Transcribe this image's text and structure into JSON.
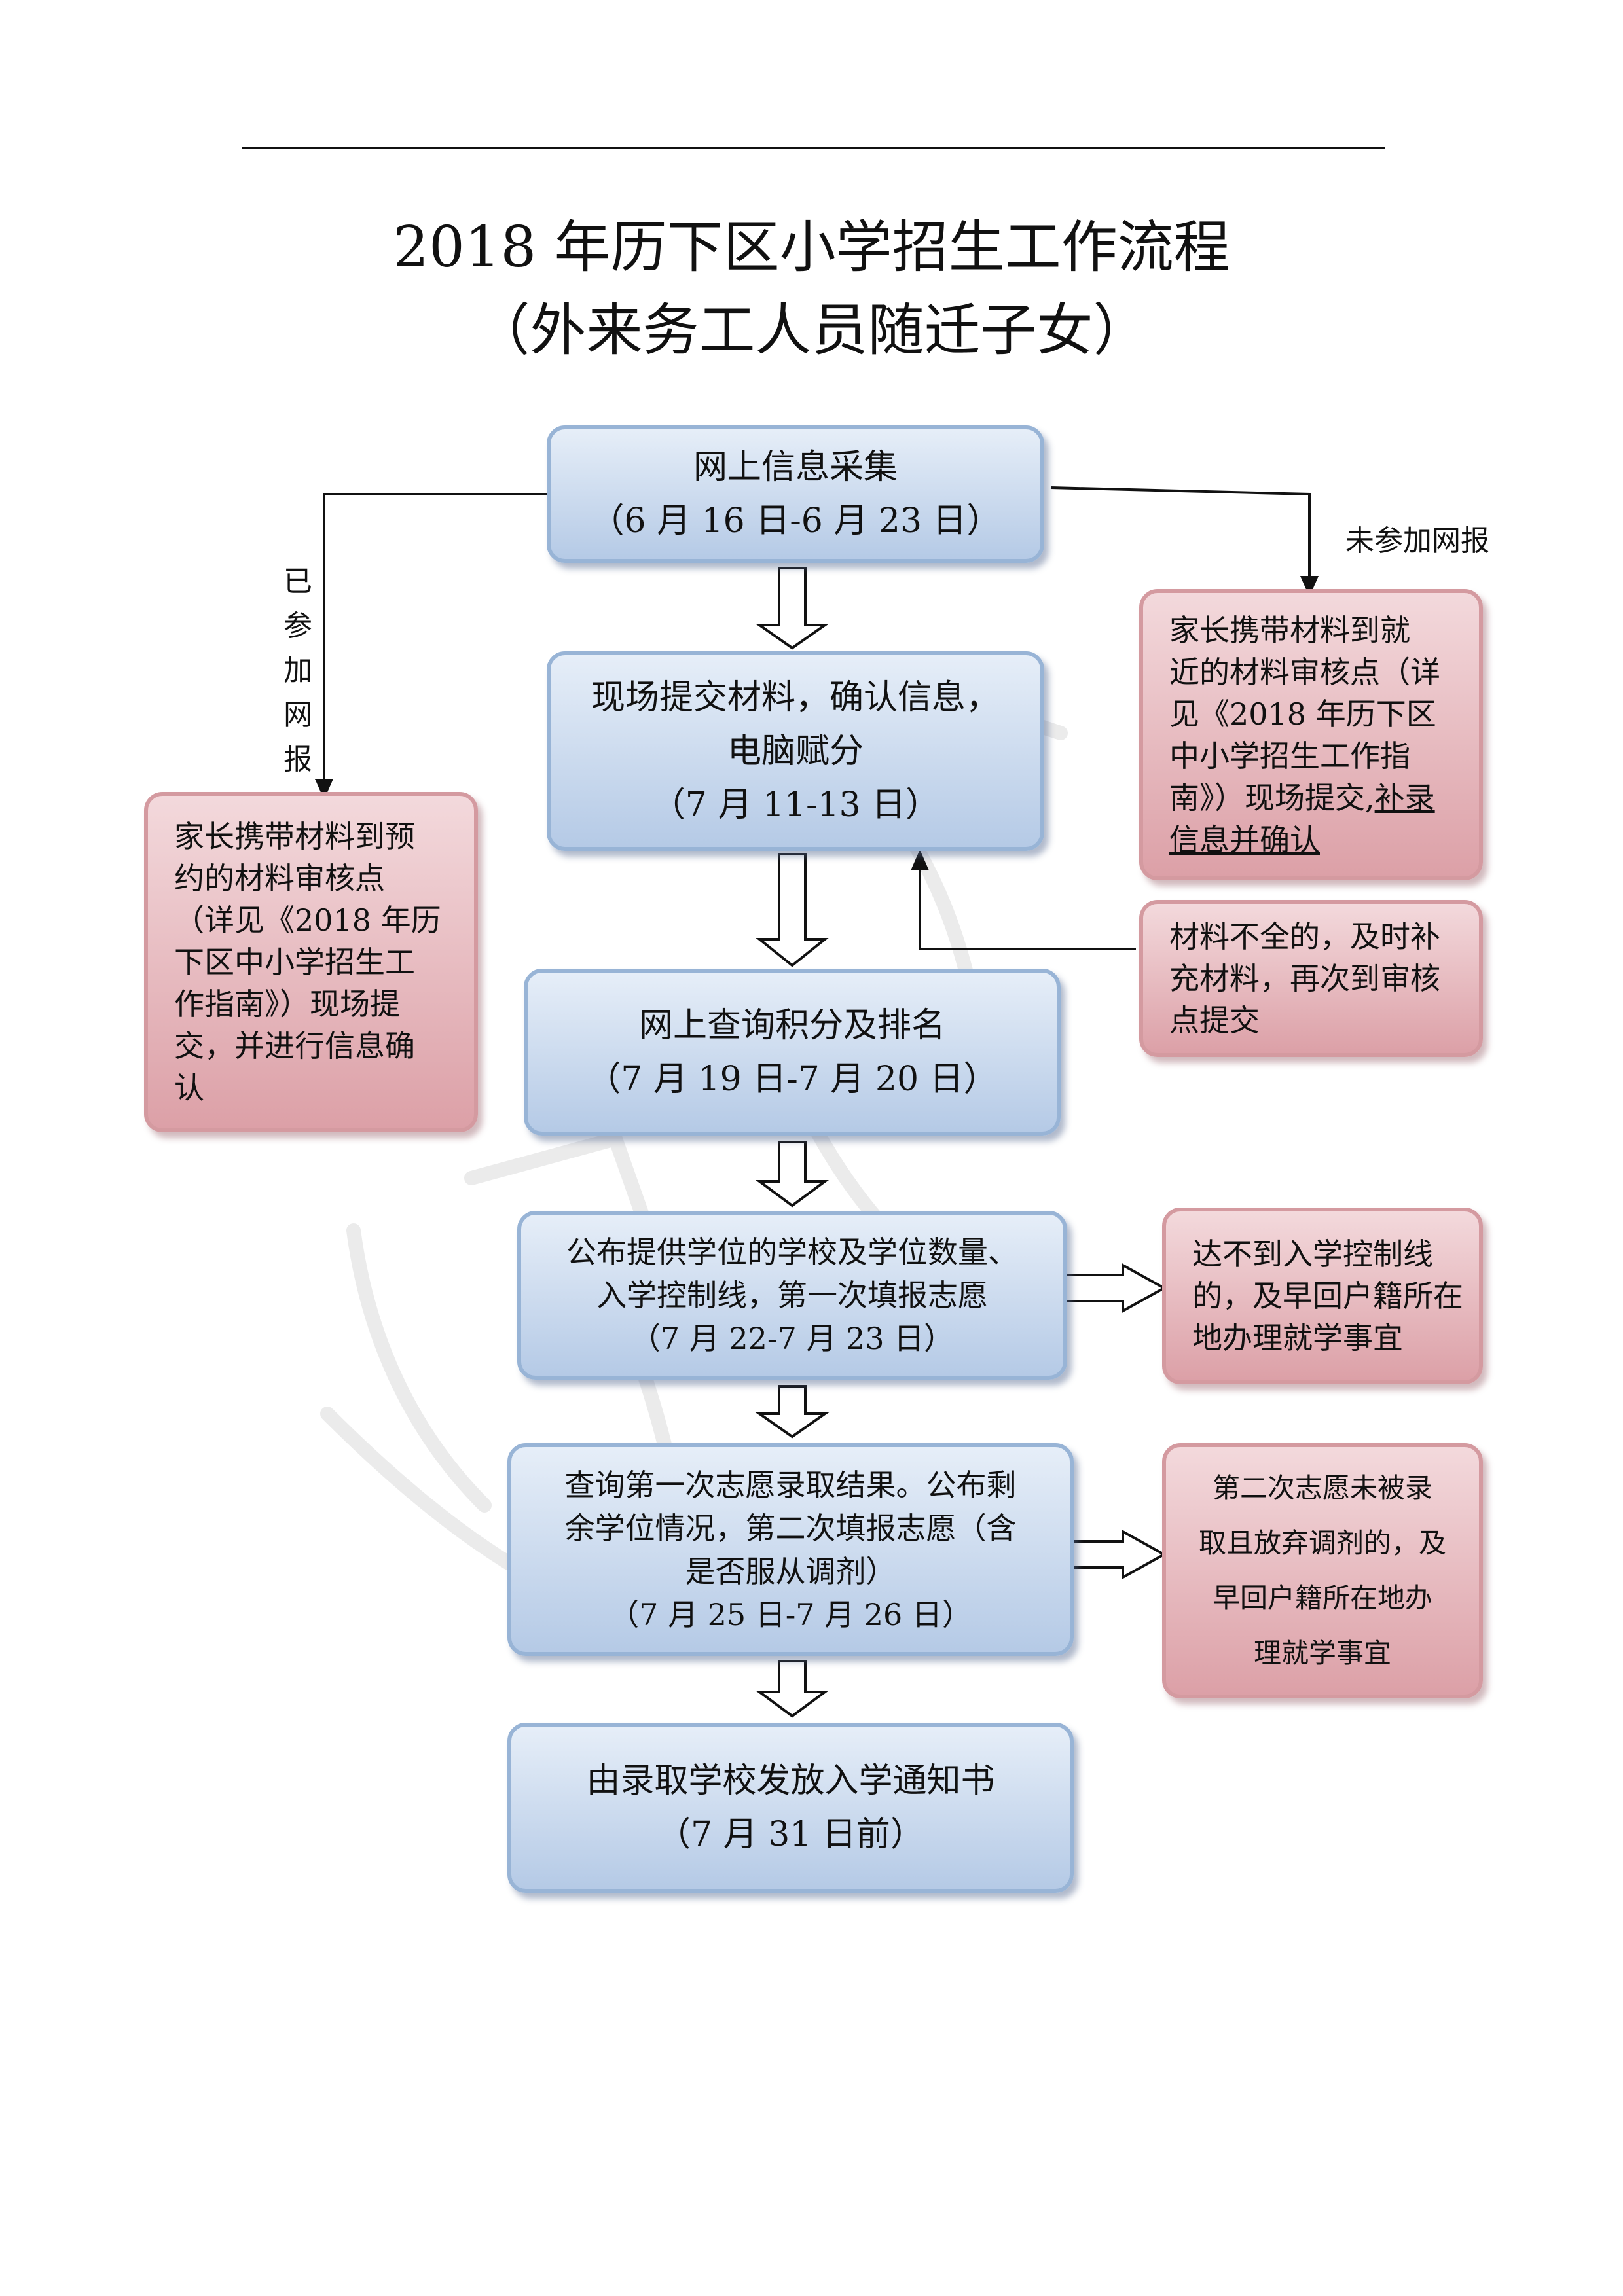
{
  "title": {
    "line1": "2018 年历下区小学招生工作流程",
    "line2": "（外来务工人员随迁子女）"
  },
  "steps": [
    {
      "lines": [
        "网上信息采集",
        "（6 月 16 日-6 月 23 日）"
      ]
    },
    {
      "lines": [
        "现场提交材料，确认信息，",
        "电脑赋分",
        "（7 月 11-13 日）"
      ]
    },
    {
      "lines": [
        "网上查询积分及排名",
        "（7 月 19 日-7 月 20 日）"
      ]
    },
    {
      "lines": [
        "公布提供学位的学校及学位数量、",
        "入学控制线，第一次填报志愿",
        "（7 月 22-7 月 23 日）"
      ]
    },
    {
      "lines": [
        "查询第一次志愿录取结果。公布剩",
        "余学位情况，第二次填报志愿（含",
        "是否服从调剂）",
        "（7 月 25 日-7 月 26 日）"
      ]
    },
    {
      "lines": [
        "由录取学校发放入学通知书",
        "（7 月 31 日前）"
      ]
    }
  ],
  "labels": {
    "participated": [
      "已",
      "参",
      "加",
      "网",
      "报"
    ],
    "not_participated": "未参加网报"
  },
  "side_notes": {
    "left_participated": [
      "家长携带材料到预",
      "约的材料审核点",
      "（详见《2018 年历",
      "下区中小学招生工",
      "作指南》）现场提",
      "交，并进行信息确",
      "认"
    ],
    "right_not_participated": {
      "lines": [
        "家长携带材料到就",
        "近的材料审核点（详",
        "见《2018 年历下区",
        "中小学招生工作指"
      ],
      "line5_prefix": "南》）现场提交,",
      "line5_underlined": "补录",
      "line6_underlined": "信息并确认"
    },
    "right_incomplete": [
      "材料不全的，及时补",
      "充材料，再次到审核",
      "点提交"
    ],
    "right_below_line": [
      "达不到入学控制线",
      "的，及早回户籍所在",
      "地办理就学事宜"
    ],
    "right_abandon": [
      "第二次志愿未被录",
      "取且放弃调剂的，及",
      "早回户籍所在地办",
      "理就学事宜"
    ]
  },
  "colors": {
    "blue_fill_top": "#e6eef8",
    "blue_fill_bottom": "#b5cae6",
    "blue_border": "#98b4d6",
    "red_fill_top": "#f3d9dc",
    "red_fill_bottom": "#dca0a7",
    "red_border": "#d49aa0"
  }
}
